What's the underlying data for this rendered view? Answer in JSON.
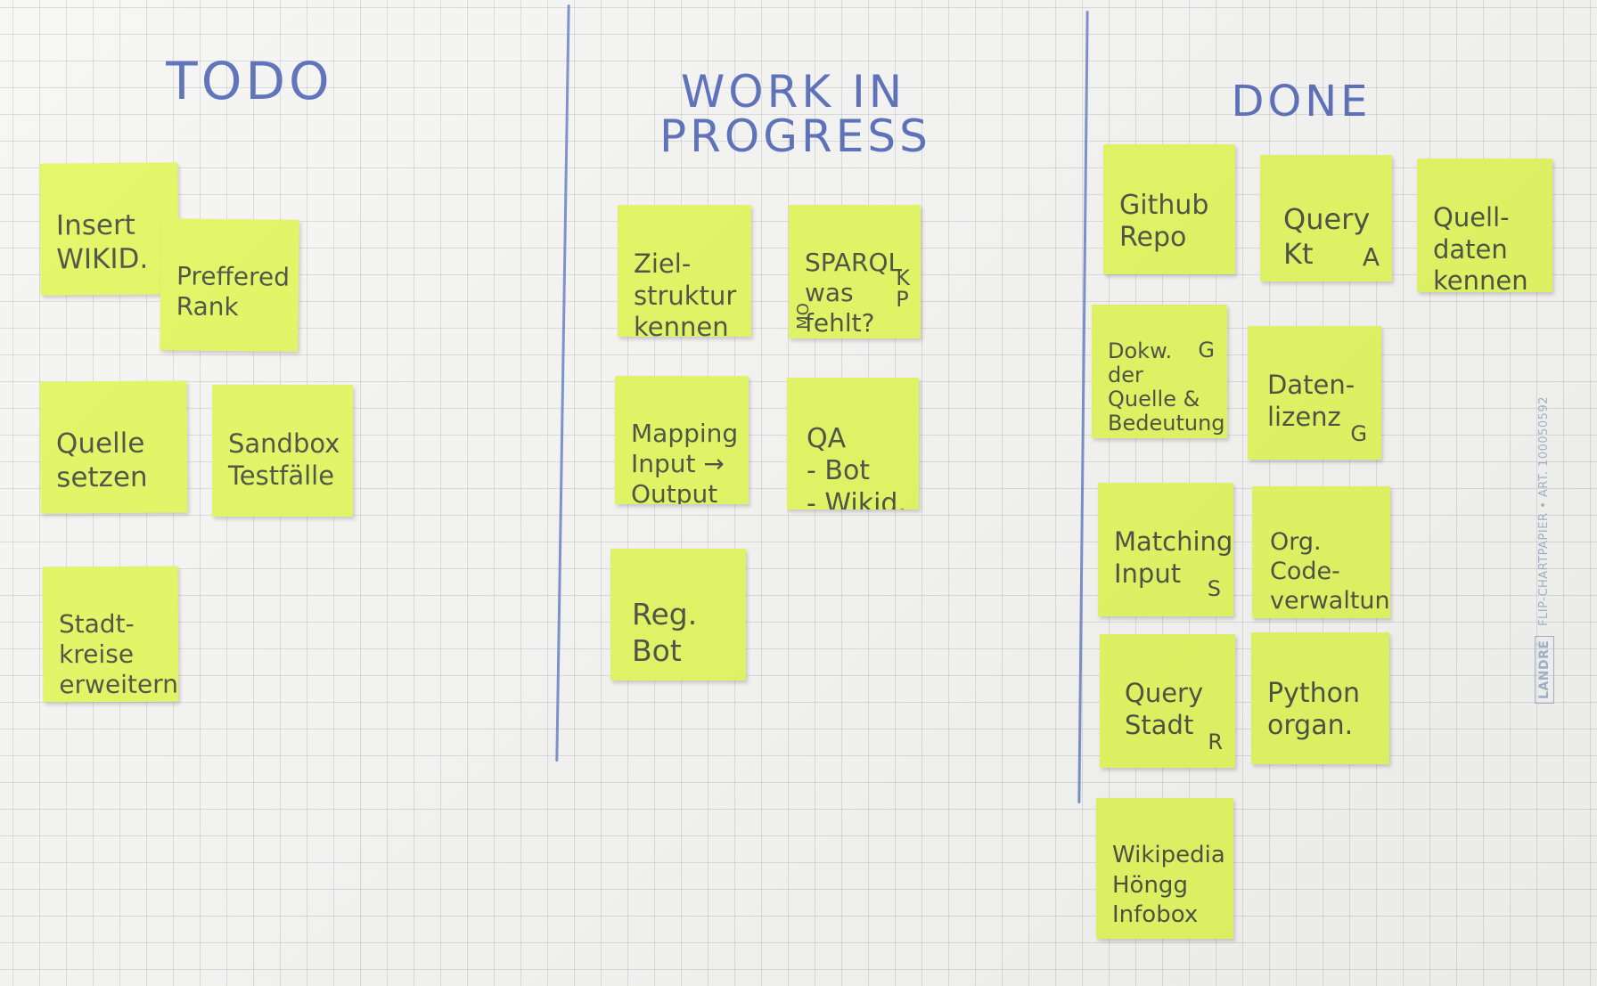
{
  "columns": {
    "todo": {
      "heading": "TODO"
    },
    "wip": {
      "heading": "WORK IN\nPROGRESS"
    },
    "done": {
      "heading": "DONE"
    }
  },
  "notes": {
    "todo": [
      {
        "text": "Insert\nWIKID."
      },
      {
        "text": "Preffered\nRank"
      },
      {
        "text": "Quelle\nsetzen"
      },
      {
        "text": "Sandbox\nTestfälle"
      },
      {
        "text": "Stadt-\nkreise\nerweitern"
      }
    ],
    "wip": [
      {
        "text": "Ziel-\nstruktur\nkennen"
      },
      {
        "text": "SPARQL\nwas\nfehlt?",
        "tag_left": "MO",
        "tag_right": "K\nP"
      },
      {
        "text": "Mapping\nInput →\nOutput"
      },
      {
        "text": "QA\n- Bot\n- Wikid."
      },
      {
        "text": "Reg.\nBot"
      }
    ],
    "done": [
      {
        "text": "Github\nRepo"
      },
      {
        "text": "Query\nKt",
        "tag": "A"
      },
      {
        "text": "Quell-\ndaten\nkennen"
      },
      {
        "text": "Dokw.\nder\nQuelle &\nBedeutung",
        "tag": "G"
      },
      {
        "text": "Daten-\nlizenz",
        "tag": "G"
      },
      {
        "text": "Matching\nInput",
        "tag": "S"
      },
      {
        "text": "Org.\nCode-\nverwaltung"
      },
      {
        "text": "Query\nStadt",
        "tag": "R"
      },
      {
        "text": "Python\norgan."
      },
      {
        "text": "Wikipedia\nHöngg\nInfobox"
      }
    ]
  },
  "brand": {
    "logo": "LANDRÉ",
    "text": "FLIP-CHARTPAPIER • ART. 100050592"
  },
  "colors": {
    "note": "#dcf53a",
    "ink": "#1b2410",
    "marker": "#2f49a8",
    "grid": "#9696a0"
  }
}
